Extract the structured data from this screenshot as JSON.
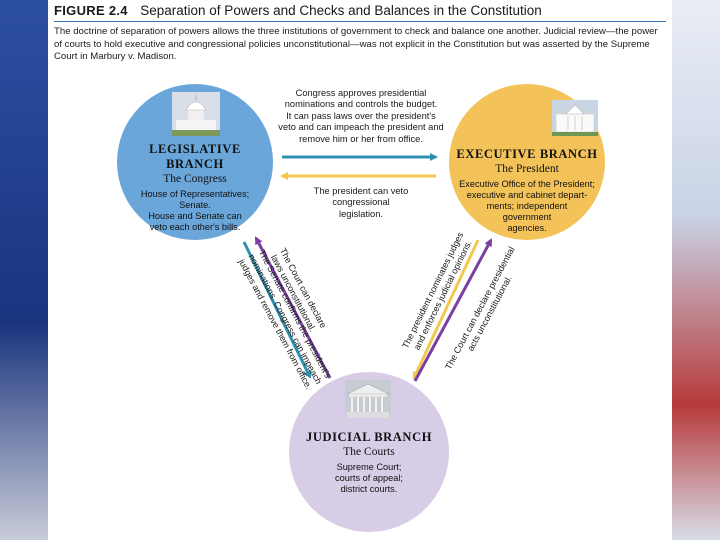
{
  "figure": {
    "label": "FIGURE 2.4",
    "title": "Separation of Powers and Checks and Balances in the Constitution",
    "caption": "The doctrine of separation of powers allows the three institutions of government to check and balance one another. Judicial review—the power of courts to hold executive and congressional policies unconstitutional—was not explicit in the Constitution but was asserted by the Supreme Court in Marbury v. Madison."
  },
  "legislative": {
    "name": "LEGISLATIVE BRANCH",
    "sub": "The Congress",
    "detail_1": "House of Representatives;",
    "detail_2": "Senate.",
    "detail_3": "House and Senate can",
    "detail_4": "veto each other's bills.",
    "color": "#6aa6da"
  },
  "executive": {
    "name": "EXECUTIVE BRANCH",
    "sub": "The President",
    "detail_1": "Executive Office of the President;",
    "detail_2": "executive and cabinet depart-",
    "detail_3": "ments; independent",
    "detail_4": "government",
    "detail_5": "agencies.",
    "color": "#f3c35a"
  },
  "judicial": {
    "name": "JUDICIAL BRANCH",
    "sub": "The Courts",
    "detail_1": "Supreme Court;",
    "detail_2": "courts of appeal;",
    "detail_3": "district courts.",
    "color": "#d8cde6"
  },
  "arrows": {
    "congress_to_president": {
      "line_1": "Congress approves presidential",
      "line_2": "nominations and controls the budget.",
      "line_3": "It can pass laws over the president's",
      "line_4": "veto and can impeach the president and",
      "line_5": "remove him or her from office.",
      "color": "#2f8fb0"
    },
    "president_to_congress": {
      "line_1": "The president can veto",
      "line_2": "congressional",
      "line_3": "legislation.",
      "color": "#f2c94c"
    },
    "court_to_congress": {
      "line_1": "The Court can declare",
      "line_2": "laws unconstitutional.",
      "color": "#7a3fa0"
    },
    "senate_to_court": {
      "line_1": "The Senate confirms the president's",
      "line_2": "nominations. Congress can impeach",
      "line_3": "judges and remove them from office.",
      "color": "#2f8fb0"
    },
    "president_to_court": {
      "line_1": "The president nominates judges",
      "line_2": "and enforces judicial opinions.",
      "color": "#f2c94c"
    },
    "court_to_president": {
      "line_1": "The Court can declare presidential",
      "line_2": "acts unconstitutional.",
      "color": "#7a3fa0"
    }
  }
}
